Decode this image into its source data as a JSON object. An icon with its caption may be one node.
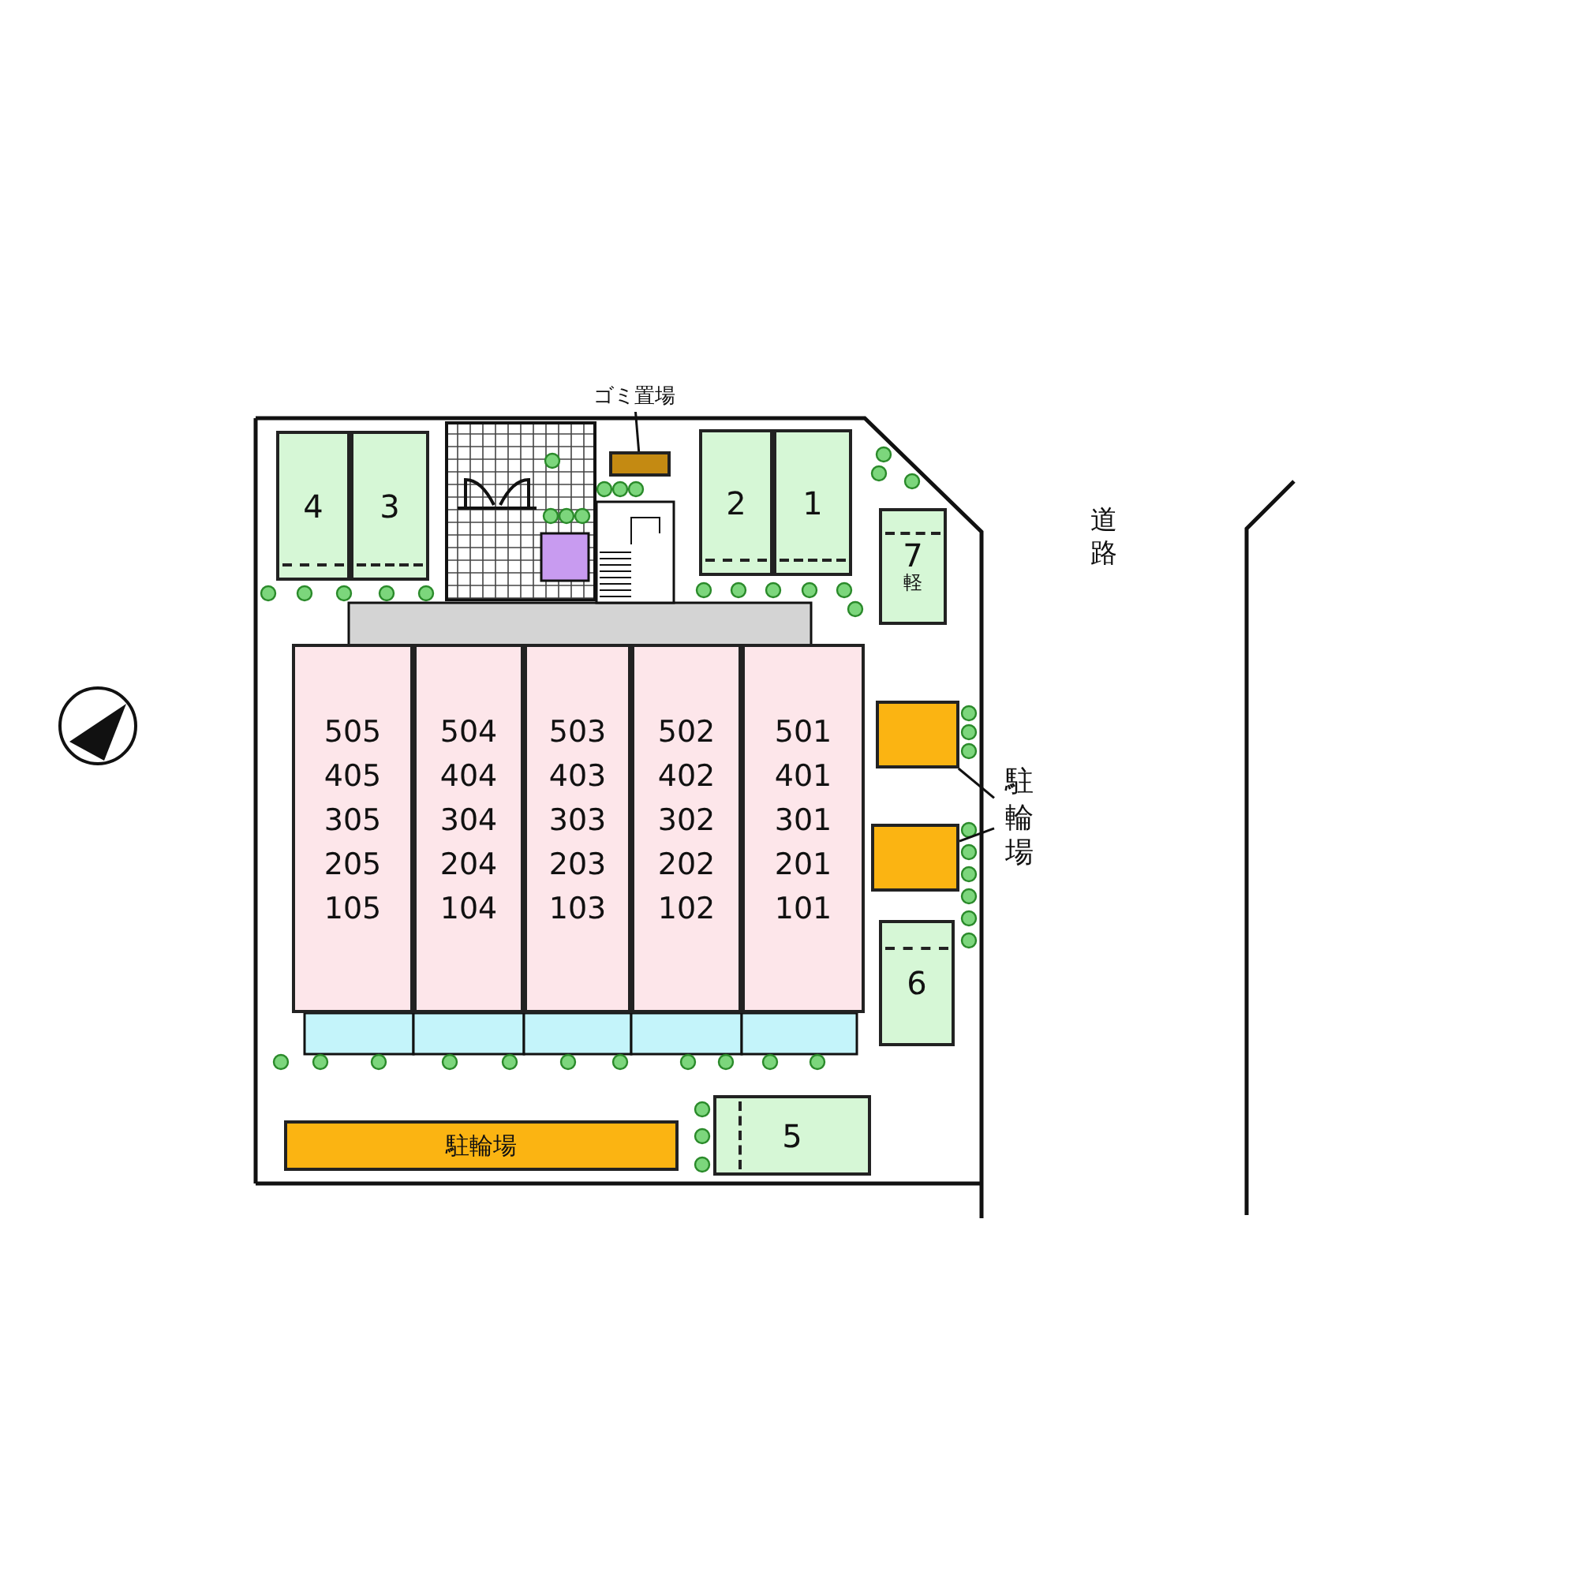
{
  "diagram": {
    "nodes": [
      {
        "text": [
          "4"
        ]
      },
      {
        "text": [
          "3"
        ]
      },
      {
        "text": [
          "2"
        ]
      },
      {
        "text": [
          "1"
        ]
      },
      {
        "text": [
          "7",
          "軽"
        ]
      },
      {
        "text": [],
        "shape": "box"
      },
      {
        "text": [
          "ゴミ置場"
        ]
      },
      {
        "text": [
          "505",
          "405",
          "305",
          "205",
          "105"
        ]
      },
      {
        "text": [
          "504",
          "404",
          "304",
          "204",
          "104"
        ]
      },
      {
        "text": [
          "503",
          "403",
          "303",
          "203",
          "103"
        ]
      },
      {
        "text": [
          "502",
          "402",
          "302",
          "202",
          "102"
        ]
      },
      {
        "text": [
          "501",
          "401",
          "301",
          "201",
          "101"
        ]
      },
      {
        "text": [],
        "shape": "box"
      },
      {
        "text": [],
        "shape": "box"
      },
      {
        "text": [
          "駐輪場"
        ]
      },
      {
        "text": [
          "6"
        ]
      },
      {
        "text": [
          "5"
        ]
      },
      {
        "text": [
          "駐輪場"
        ]
      }
    ],
    "edges": [
      {
        "from": 6,
        "to": 5,
        "arrow": "none"
      },
      {
        "from": 14,
        "to": 12,
        "arrow": "none"
      },
      {
        "from": 14,
        "to": 13,
        "arrow": "none"
      }
    ],
    "labels": [
      "道路"
    ]
  }
}
